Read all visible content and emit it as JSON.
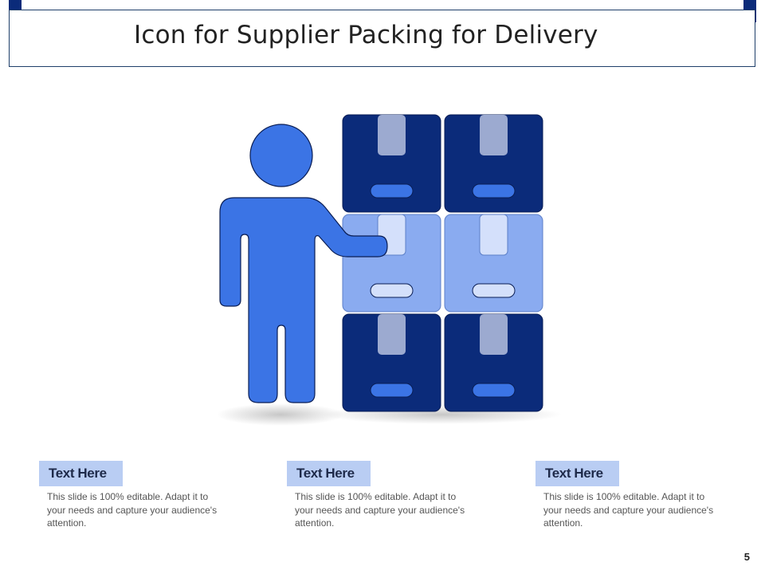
{
  "slide": {
    "title": "Icon for Supplier Packing for Delivery",
    "page_number": "5"
  },
  "colors": {
    "dark_box": "#0b2b7a",
    "light_box": "#8aabf0",
    "person": "#3b74e5",
    "accent_bar": "#b9cdf3",
    "frame": "#1f3f6a"
  },
  "icons": {
    "illustration": "person-with-boxes-icon"
  },
  "cards": [
    {
      "heading": "Text Here",
      "body": "This slide is 100% editable. Adapt it to your needs and capture your audience's attention."
    },
    {
      "heading": "Text Here",
      "body": "This slide is 100% editable. Adapt it to your needs and capture your audience's attention."
    },
    {
      "heading": "Text Here",
      "body": "This slide is 100% editable. Adapt it to your needs and capture your audience's attention."
    }
  ]
}
